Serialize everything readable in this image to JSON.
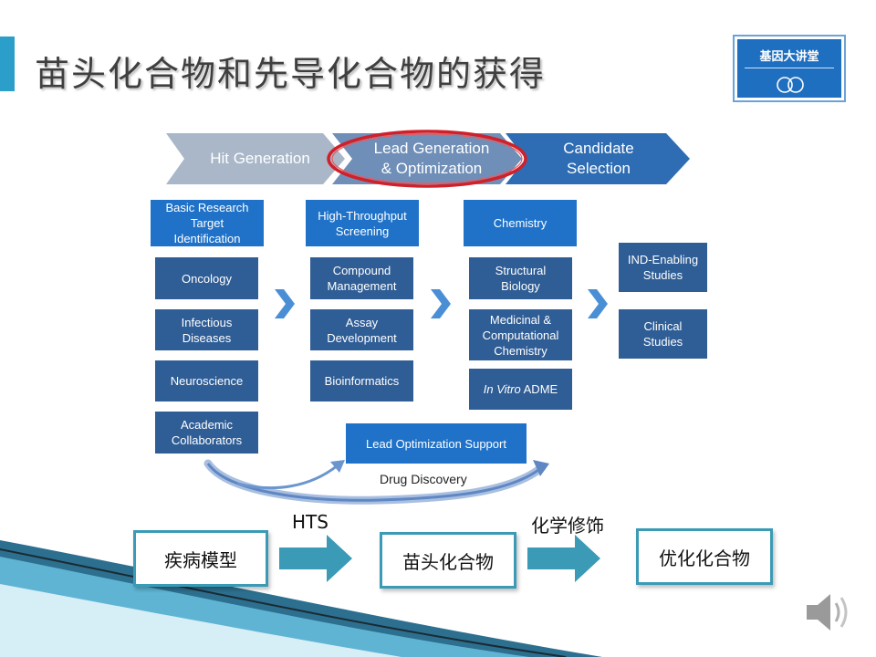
{
  "slide": {
    "title": "苗头化合物和先导化合物的获得",
    "logo_text": "基因大讲堂"
  },
  "pipeline": {
    "stages": [
      {
        "label": "Hit Generation"
      },
      {
        "label": "Lead Generation\n& Optimization"
      },
      {
        "label": "Candidate\nSelection"
      }
    ],
    "column1": {
      "header": "Basic Research\nTarget\nIdentification",
      "items": [
        "Oncology",
        "Infectious\nDiseases",
        "Neuroscience",
        "Academic\nCollaborators"
      ]
    },
    "column2": {
      "header": "High-Throughput\nScreening",
      "items": [
        "Compound\nManagement",
        "Assay\nDevelopment",
        "Bioinformatics"
      ]
    },
    "column3": {
      "header": "Chemistry",
      "items": [
        "Structural\nBiology",
        "Medicinal &\nComputational\nChemistry"
      ],
      "in_vitro_italic": "In Vitro",
      "in_vitro_rest": " ADME"
    },
    "column4": {
      "items": [
        "IND-Enabling\nStudies",
        "Clinical\nStudies"
      ]
    },
    "support": "Lead Optimization Support",
    "drug_discovery": "Drug Discovery"
  },
  "flow": {
    "step1": "疾病模型",
    "arrow1_label": "HTS",
    "step2": "苗头化合物",
    "arrow2_label": "化学修饰",
    "step3": "优化化合物"
  },
  "colors": {
    "accent": "#2b9fc9",
    "box_dark": "#2f5d95",
    "box_bright": "#1f72c8",
    "highlight_ring": "#d0202a"
  },
  "icons": {
    "audio": "speaker-icon",
    "stage_arrow": "chevron-right-icon"
  }
}
